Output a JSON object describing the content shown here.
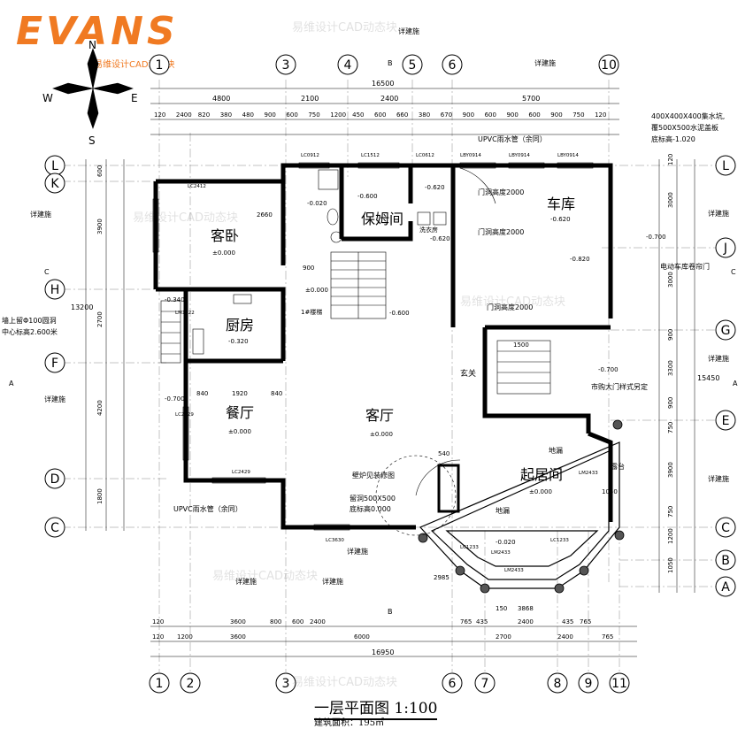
{
  "brand": {
    "logo_text": "EVANS",
    "logo_sub": "易维设计CAD动态块"
  },
  "title": "一层平面图 1:100",
  "area": "建筑面积：195㎡",
  "compass": {
    "n": "N",
    "s": "S",
    "e": "E",
    "w": "W"
  },
  "watermark": "易维设计CAD动态块",
  "col_bubbles_top": [
    "1",
    "3",
    "4",
    "5",
    "6",
    "10"
  ],
  "col_bubbles_bottom": [
    "1",
    "2",
    "3",
    "6",
    "7",
    "8",
    "9",
    "11"
  ],
  "row_bubbles_left": [
    "L",
    "K",
    "H",
    "F",
    "D",
    "C"
  ],
  "row_bubbles_right": [
    "L",
    "J",
    "G",
    "E",
    "C",
    "B",
    "A"
  ],
  "rooms": {
    "guest_bed": "客卧",
    "nanny": "保姆间",
    "garage": "车库",
    "kitchen": "厨房",
    "dining": "餐厅",
    "living": "客厅",
    "family": "起居间",
    "foyer": "玄关",
    "stair": "1#楼梯",
    "laundry": "洗衣房",
    "terrace": "露台"
  },
  "levels": {
    "guest_bed": "±0.000",
    "kitchen": "-0.320",
    "dining": "±0.000",
    "living": "±0.000",
    "family": "±0.000",
    "garage": "-0.620",
    "garage2": "-0.820",
    "nanny": "-0.600",
    "bath": "-0.020",
    "laundry": "-0.620",
    "outside": "-0.700",
    "foyer": "-0.600",
    "porch": "-0.020",
    "stair_landing": "±0.000",
    "side": "-0.340",
    "drop": "-0.700",
    "hall": "-0.620",
    "entry": "-0.700"
  },
  "notes": {
    "sump": "400X400X400集水坑,",
    "sump2": "覆500X500水泥盖板",
    "sump3": "底标高-1.020",
    "upvc_top": "UPVC雨水管（余同）",
    "upvc_bottom": "UPVC雨水管（余同）",
    "door_h1": "门洞高度2000",
    "door_h2": "门洞高度2000",
    "door_h3": "门洞高度2000",
    "roll_door": "电动车库卷帘门",
    "gate": "市购大门样式另定",
    "fireplace": "壁炉见装修图",
    "hole": "留洞500X500",
    "hole2": "底标高0.000",
    "floor_drain": "地漏",
    "floor_drain2": "地漏",
    "wall_hole": "墙上留Φ100圆洞",
    "wall_hole2": "中心标高2.600米",
    "detail": "详建施"
  },
  "window_labels": [
    "LC0912",
    "LC1512",
    "LC0612",
    "LBY0914",
    "LBY0914",
    "LBY0914",
    "LC2412",
    "LM1022",
    "LC2029",
    "LC2429",
    "LC3630",
    "LM2433",
    "LC1233",
    "LC1233",
    "LM2433",
    "LM2433"
  ],
  "dims": {
    "top_total": "16500",
    "top_a": "4800",
    "top_b": "2100",
    "top_c": "2400",
    "top_d": "5700",
    "top_row3": [
      "120",
      "2400",
      "820",
      "380",
      "480",
      "900",
      "600",
      "750",
      "1200",
      "450",
      "600",
      "660",
      "380",
      "670",
      "900",
      "600",
      "900",
      "600",
      "900",
      "750",
      "120"
    ],
    "bottom_total": "16950",
    "bottom_a": [
      "120",
      "1200",
      "3600",
      "6000",
      "2700",
      "2400",
      "765"
    ],
    "bottom_b": [
      "120",
      "3600",
      "2400",
      "800",
      "600",
      "765",
      "435",
      "2400",
      "435",
      "765"
    ],
    "left_total": "13200",
    "left_a": [
      "600",
      "3900",
      "2700",
      "4200",
      "1800"
    ],
    "right_total": "15450",
    "right_a": [
      "120",
      "3000",
      "3000",
      "900",
      "3300",
      "900",
      "750",
      "3900",
      "750",
      "1200",
      "1050"
    ],
    "misc": [
      "1500",
      "3868",
      "150",
      "2985",
      "1050",
      "840",
      "1920",
      "840",
      "900",
      "2660",
      "540"
    ]
  }
}
